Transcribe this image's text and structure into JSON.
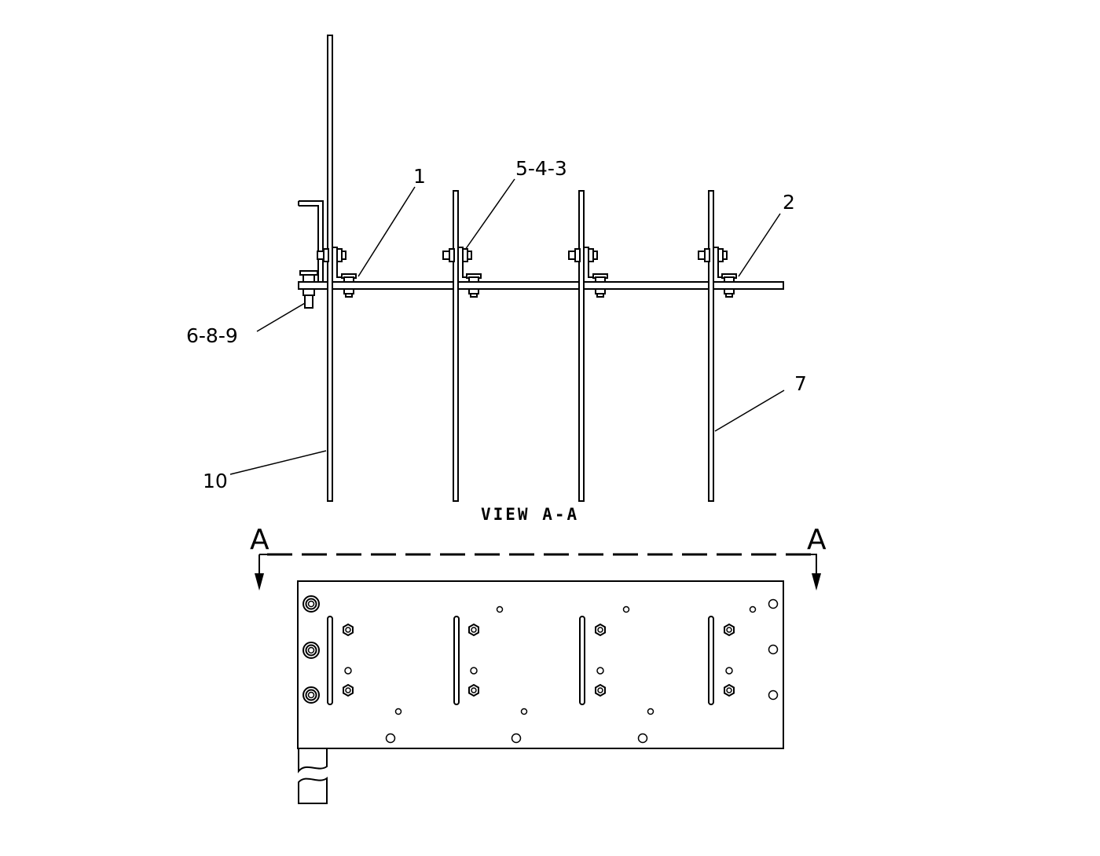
{
  "view_title": "VIEW A-A",
  "section_marks": {
    "left": "A",
    "right": "A"
  },
  "callouts": [
    {
      "id": "1",
      "text": "1"
    },
    {
      "id": "2",
      "text": "2"
    },
    {
      "id": "543",
      "text": "5-4-3"
    },
    {
      "id": "689",
      "text": "6-8-9"
    },
    {
      "id": "7",
      "text": "7"
    },
    {
      "id": "10",
      "text": "10"
    }
  ]
}
